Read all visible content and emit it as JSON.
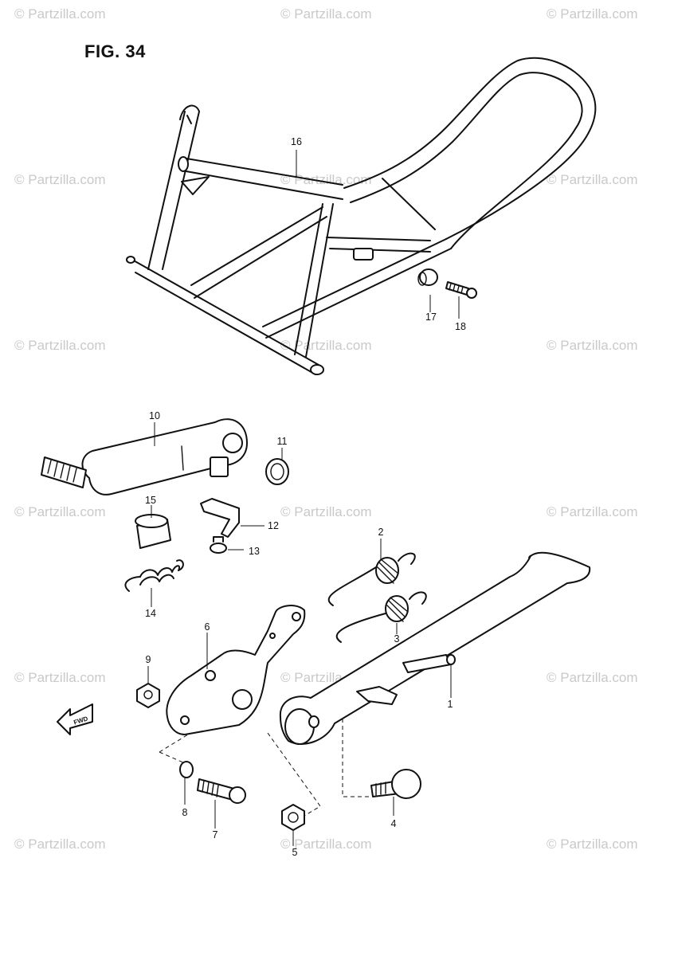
{
  "figure": {
    "title": "FIG. 34"
  },
  "watermark": {
    "text": "© Partzilla.com"
  },
  "fwd_arrow_label": "FWD",
  "callouts": [
    {
      "num": "1"
    },
    {
      "num": "2"
    },
    {
      "num": "3"
    },
    {
      "num": "4"
    },
    {
      "num": "5"
    },
    {
      "num": "6"
    },
    {
      "num": "7"
    },
    {
      "num": "8"
    },
    {
      "num": "9"
    },
    {
      "num": "10"
    },
    {
      "num": "11"
    },
    {
      "num": "12"
    },
    {
      "num": "13"
    },
    {
      "num": "14"
    },
    {
      "num": "15"
    },
    {
      "num": "16"
    },
    {
      "num": "17"
    },
    {
      "num": "18"
    }
  ]
}
